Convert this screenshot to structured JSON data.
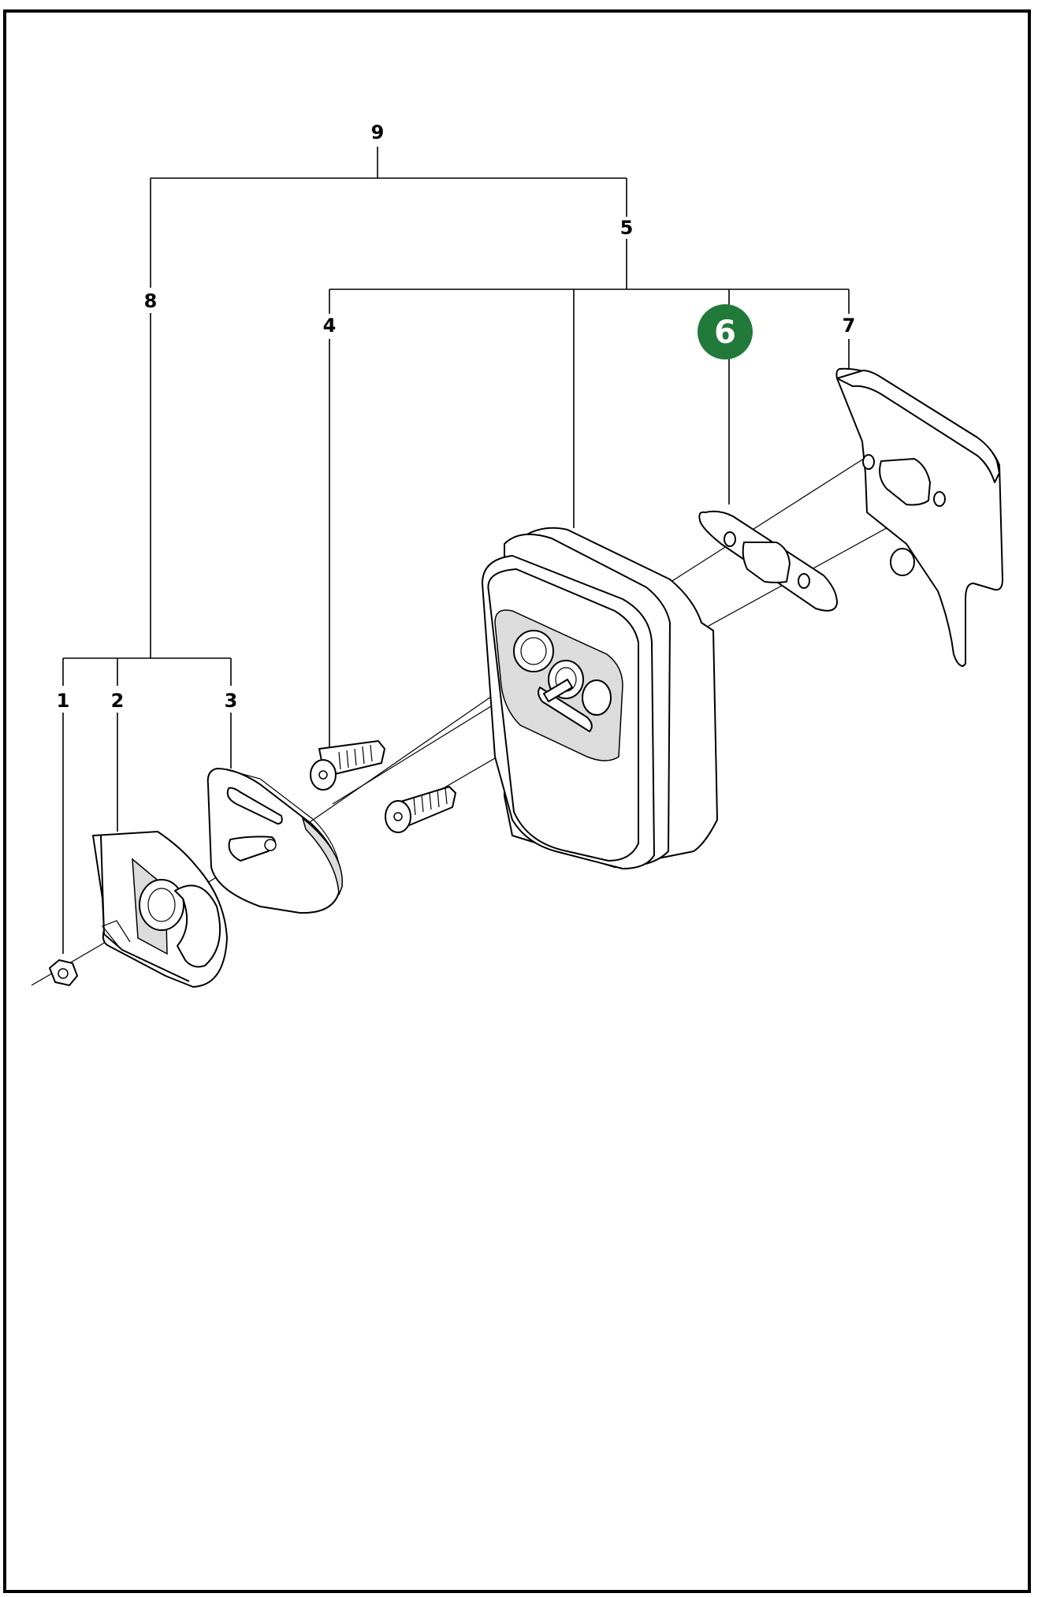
{
  "callouts": {
    "c1": "1",
    "c2": "2",
    "c3": "3",
    "c4": "4",
    "c5": "5",
    "c6": "6",
    "c7": "7",
    "c8": "8",
    "c9": "9"
  },
  "colors": {
    "highlight": "#217a3a",
    "line": "#000000",
    "background": "#ffffff"
  }
}
